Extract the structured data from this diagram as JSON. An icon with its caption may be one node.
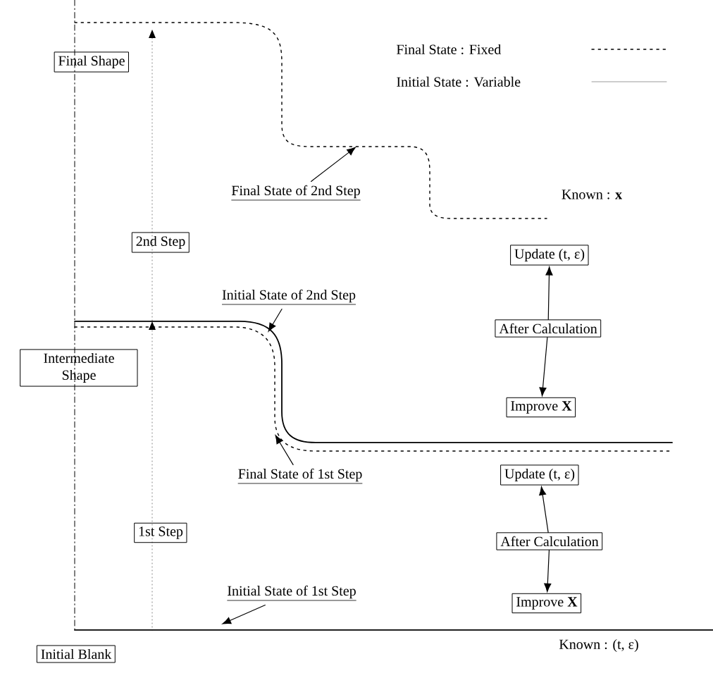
{
  "diagram": {
    "nodes": [
      {
        "text": [
          "Final Shape"
        ]
      },
      {
        "text": [
          "Final State of 2nd Step"
        ]
      },
      {
        "text": [
          "2nd Step"
        ]
      },
      {
        "text": [
          "Update (t, ε)"
        ]
      },
      {
        "text": [
          "Initial State of 2nd Step"
        ]
      },
      {
        "text": [
          "After Calculation"
        ]
      },
      {
        "text": [
          "Intermediate Shape"
        ]
      },
      {
        "text": [
          "Improve **X**"
        ]
      },
      {
        "text": [
          "Final State of 1st Step"
        ]
      },
      {
        "text": [
          "Update (t, ε)"
        ]
      },
      {
        "text": [
          "1st Step"
        ]
      },
      {
        "text": [
          "After Calculation"
        ]
      },
      {
        "text": [
          "Initial State of 1st Step"
        ]
      },
      {
        "text": [
          "Improve **X**"
        ]
      },
      {
        "text": [
          "Initial Blank"
        ]
      }
    ],
    "edges": [
      {
        "from": 5,
        "to": 3,
        "arrow": "to"
      },
      {
        "from": 5,
        "to": 7,
        "arrow": "to"
      },
      {
        "from": 11,
        "to": 9,
        "arrow": "to"
      },
      {
        "from": 11,
        "to": 13,
        "arrow": "to"
      },
      {
        "from": 1,
        "to": null,
        "arrow": "to"
      },
      {
        "from": 4,
        "to": null,
        "arrow": "to"
      },
      {
        "from": 8,
        "to": null,
        "arrow": "to"
      },
      {
        "from": 12,
        "to": null,
        "arrow": "to"
      }
    ],
    "labels": [
      "Known : **x**",
      "Known : (t, ε)"
    ],
    "legend": [
      {
        "text": "Final State : Fixed"
      },
      {
        "text": "Initial State : Variable"
      }
    ]
  }
}
